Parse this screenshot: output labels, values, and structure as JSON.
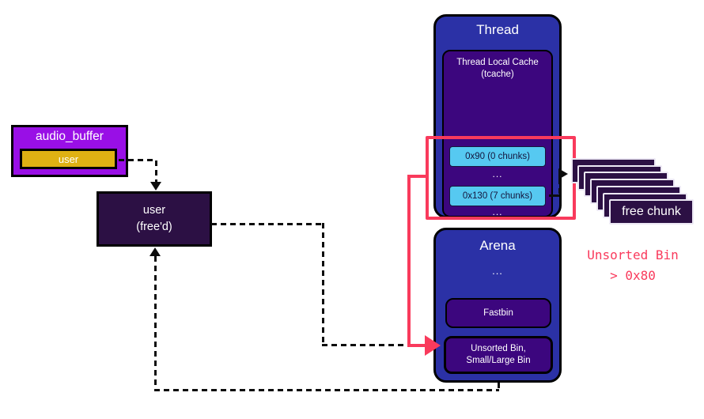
{
  "audio_buffer": {
    "title": "audio_buffer",
    "field": "user"
  },
  "user_freed": {
    "line1": "user",
    "line2": "(free'd)"
  },
  "thread": {
    "title": "Thread",
    "tcache": {
      "title": "Thread Local Cache",
      "subtitle": "(tcache)",
      "bin1": "0x90 (0 chunks)",
      "bin2": "0x130 (7 chunks)",
      "dots": "..."
    }
  },
  "arena": {
    "title": "Arena",
    "dots": "...",
    "fastbin": "Fastbin",
    "unsorted_line1": "Unsorted Bin,",
    "unsorted_line2": "Small/Large Bin"
  },
  "free_chunk": {
    "label": "free chunk",
    "count": 7
  },
  "annotation": {
    "line1": "Unsorted Bin",
    "line2": "> 0x80"
  },
  "colors": {
    "box_blue": "#2b31a6",
    "deep_purple": "#3c067e",
    "dark_purple": "#2c1044",
    "violet": "#990fe6",
    "gold": "#dfb113",
    "cyan": "#56c9f1",
    "accent_red": "#f93a5c",
    "line_black": "#0d0d0d"
  }
}
